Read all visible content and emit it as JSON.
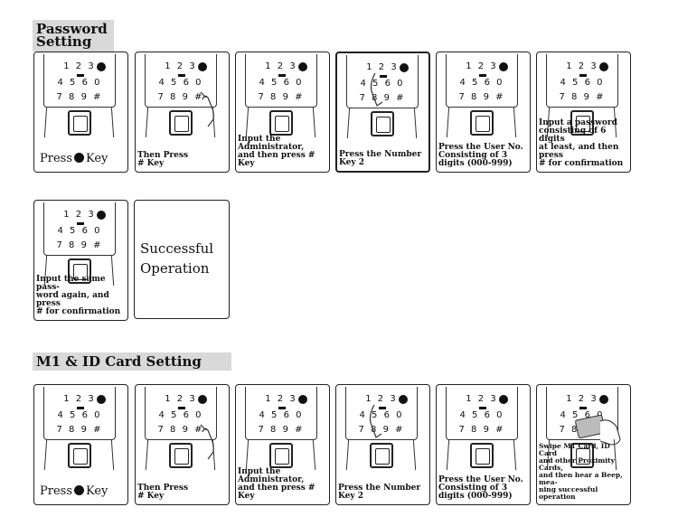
{
  "password_section": {
    "title": "Password\nSetting",
    "panels": [
      {
        "caption_press": "Press",
        "caption_key": "Key"
      },
      {
        "caption": "Then Press\n# Key"
      },
      {
        "caption": "Input the\nAdministrator,\nand then press # Key"
      },
      {
        "caption": "Press the Number\nKey 2"
      },
      {
        "caption": "Press the User No.\nConsisting of 3\ndigits (000-999)"
      },
      {
        "caption": "Input a password\nconsisting of 6 digits\nat least, and then press\n# for confirmation"
      },
      {
        "caption": "Input the same pass-\nword again, and press\n# for confirmation"
      }
    ],
    "success": "Successful\nOperation"
  },
  "card_section": {
    "title": "M1 & ID Card Setting",
    "panels": [
      {
        "caption_press": "Press",
        "caption_key": "Key"
      },
      {
        "caption": "Then Press\n# Key"
      },
      {
        "caption": "Input the\nAdministrator,\nand then press # Key"
      },
      {
        "caption": "Press the Number\nKey 2"
      },
      {
        "caption": "Press the User No.\nConsisting of 3\ndigits (000-999)"
      },
      {
        "caption": "Swipe M1 Card, ID Card\nand other Proximity Cards,\nand then hear a Beep, mea-\nning successful operation"
      }
    ]
  },
  "keypad": {
    "row1": "1 2 3",
    "row2": "4 5 6 0",
    "row3": "7 8 9 #"
  },
  "icons": {
    "key_button": "filled-circle-key-icon",
    "hand": "hand-pointer-icon",
    "card": "proximity-card-icon"
  }
}
